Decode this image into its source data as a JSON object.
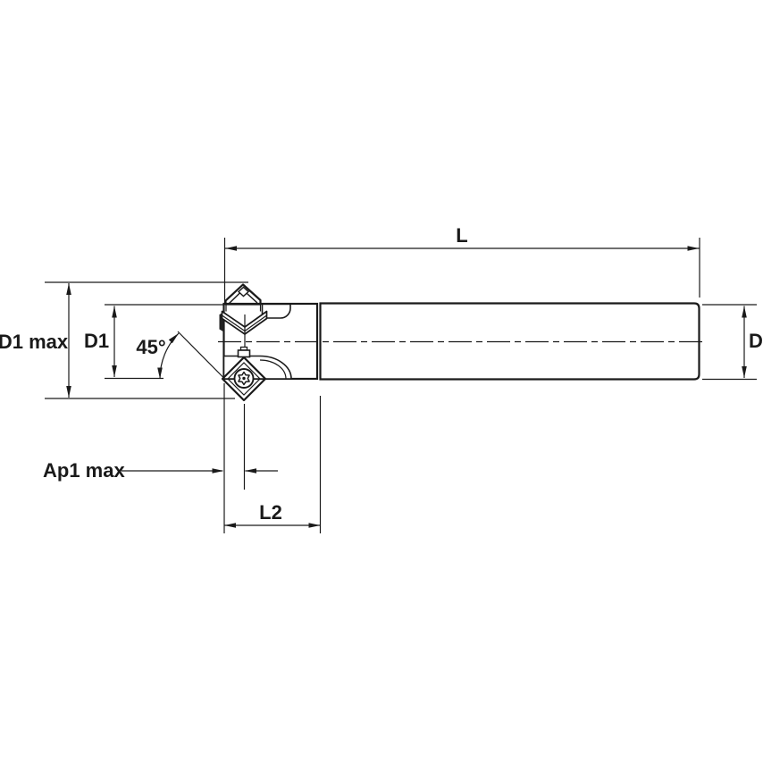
{
  "figure": {
    "type": "technical-line-drawing",
    "subject": "indexable 45-degree chamfer end mill, side view with dimension callouts"
  },
  "colors": {
    "outline": "#1a1a1a",
    "metal_fill": "#d6d6d6",
    "insert_fill": "#ffffff",
    "background": "#ffffff"
  },
  "labels": {
    "overall_length": "L",
    "shank_diameter": "D",
    "max_cutting_diameter": "D1 max",
    "cutting_diameter": "D1",
    "chamfer_angle": "45°",
    "max_depth_of_cut": "Ap1 max",
    "head_length": "L2"
  }
}
